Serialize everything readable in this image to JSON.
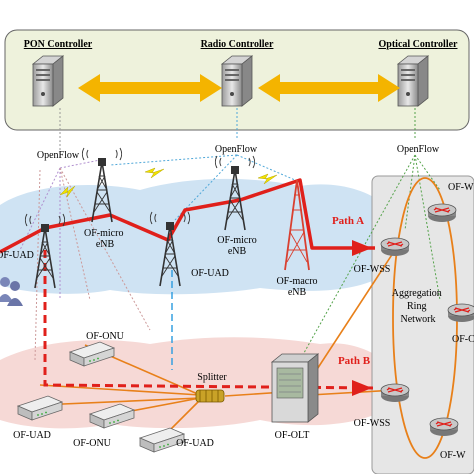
{
  "controllers": {
    "pon": "PON Controller",
    "radio": "Radio Controller",
    "optical": "Optical Controller"
  },
  "openflow_labels": [
    "OpenFlow",
    "OpenFlow",
    "OpenFlow"
  ],
  "wireless": {
    "micro_enb_1": "OF-micro\neNB",
    "micro_enb_2": "OF-micro\neNB",
    "macro_enb": "OF-macro\neNB",
    "uad_left": "OF-UAD",
    "uad_mid": "OF-UAD"
  },
  "pon": {
    "onu_top": "OF-ONU",
    "onu_bottom": "OF-ONU",
    "uad_bottom_left": "OF-UAD",
    "uad_bottom_mid": "OF-UAD",
    "splitter": "Splitter",
    "olt": "OF-OLT"
  },
  "paths": {
    "a": "Path A",
    "b": "Path B"
  },
  "optical": {
    "ring_label": "Aggregation\nRing\nNetwork",
    "wss_top": "OF-WSS",
    "wss_bottom": "OF-WSS",
    "wss_r1": "OF-WS",
    "wss_r2": "OF-C",
    "wss_r3": "OF-W"
  },
  "colors": {
    "controller_box": "#eef2dc",
    "arrow": "#f4b400",
    "path_red": "#e0201b",
    "fiber": "#e8801a",
    "wireless_cloud": "#cfe3f3",
    "pon_cloud": "#f6d9d6",
    "optical_box": "#e6e6e6"
  },
  "icons": [
    "server-icon",
    "antenna-tower-icon",
    "router-icon",
    "onu-box-icon",
    "olt-cabinet-icon",
    "splitter-icon",
    "users-icon",
    "lightning-icon"
  ]
}
